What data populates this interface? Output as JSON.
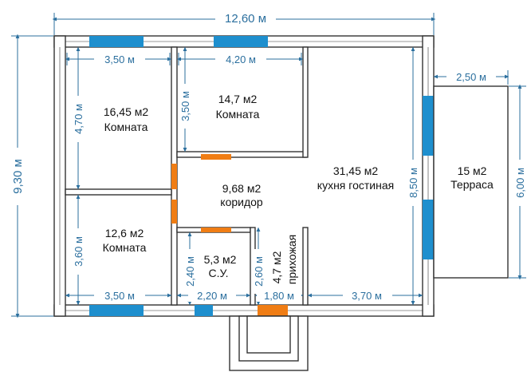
{
  "colors": {
    "window": "#1e8fce",
    "door": "#f07d14",
    "dimension": "#2b6f9e",
    "wall": "#333333",
    "text": "#111111"
  },
  "dimensions": {
    "total_width": "12,60 м",
    "total_height": "9,30 м",
    "room1_width": "3,50 м",
    "room2_width": "4,20 м",
    "room1_height": "4,70 м",
    "room2_height": "3,50 м",
    "room3_height": "3,60 м",
    "bottom_left": "3,50 м",
    "bottom_bath": "2,20 м",
    "bottom_hall": "1,80 м",
    "bottom_right": "3,70 м",
    "bath_height": "2,40 м",
    "hall_height": "2,60 м",
    "kitchen_height": "8,50 м",
    "terrace_width": "2,50 м",
    "terrace_height": "6,00 м"
  },
  "rooms": {
    "room1": {
      "area": "16,45 м2",
      "name": "Комната"
    },
    "room2": {
      "area": "14,7 м2",
      "name": "Комната"
    },
    "room3": {
      "area": "12,6 м2",
      "name": "Комната"
    },
    "corridor": {
      "area": "9,68 м2",
      "name": "коридор"
    },
    "kitchen": {
      "area": "31,45 м2",
      "name": "кухня гостиная"
    },
    "terrace": {
      "area": "15 м2",
      "name": "Терраса"
    },
    "bathroom": {
      "area": "5,3 м2",
      "name": "С.У."
    },
    "hallway": {
      "area": "4,7 м2",
      "name": "прихожая"
    }
  }
}
